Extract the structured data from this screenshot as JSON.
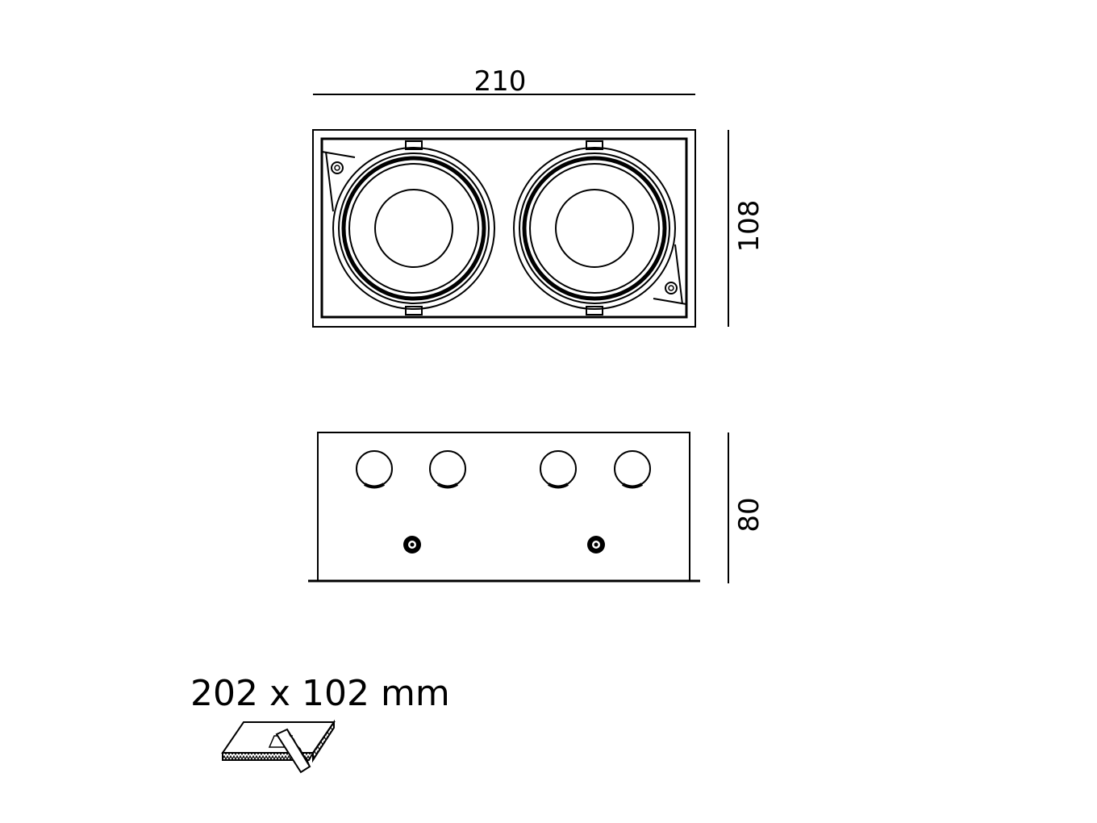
{
  "dimensions": {
    "width": "210",
    "height": "108",
    "depth": "80"
  },
  "cutout": {
    "label": "202 x 102 mm"
  },
  "colors": {
    "line": "#000000",
    "background": "#ffffff"
  },
  "icons": {
    "cutout": "ceiling-cutout-saw-icon"
  }
}
